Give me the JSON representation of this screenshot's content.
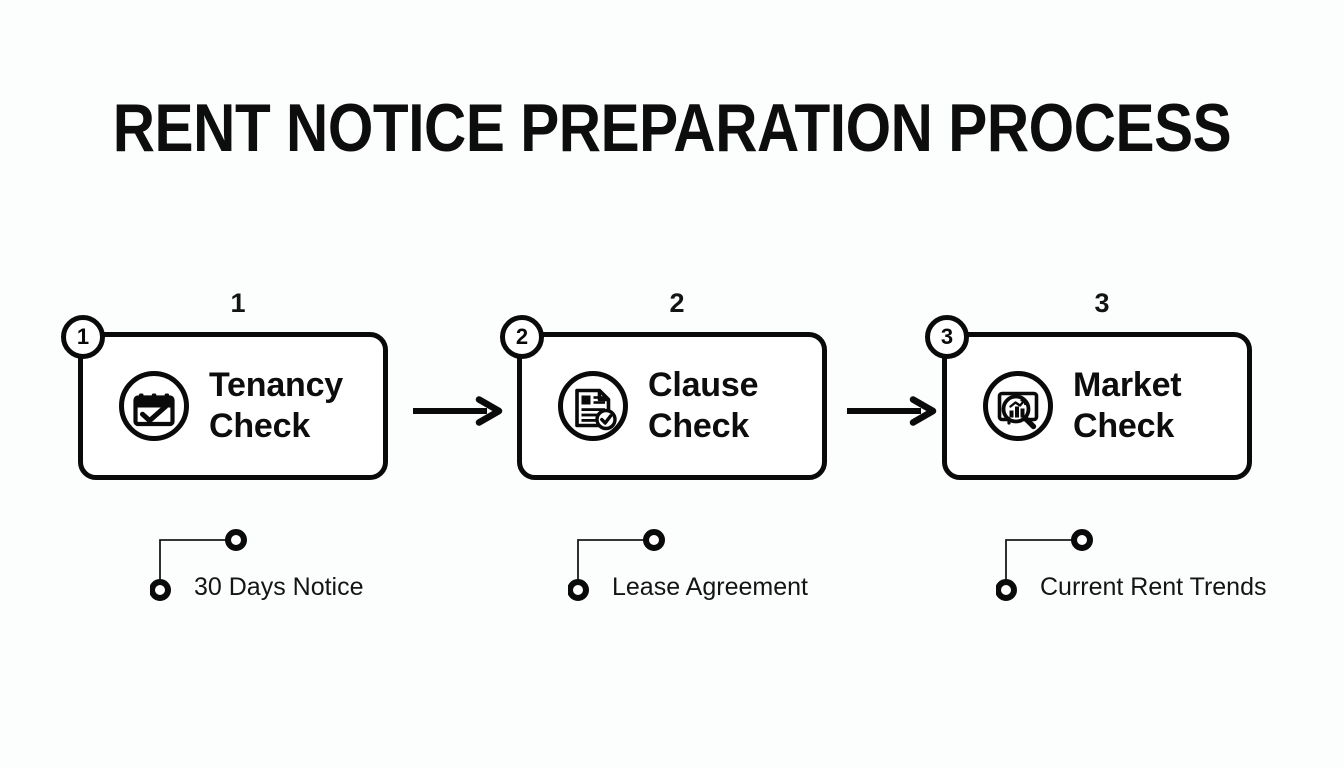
{
  "page": {
    "title": "RENT NOTICE PREPARATION PROCESS",
    "background_color": "#fcfdfd",
    "ink_color": "#0a0a0a"
  },
  "steps": [
    {
      "number": "1",
      "badge": "1",
      "title": "Tenancy\nCheck",
      "icon": "calendar-check-icon",
      "caption": "30 Days Notice"
    },
    {
      "number": "2",
      "badge": "2",
      "title": "Clause\nCheck",
      "icon": "document-check-icon",
      "caption": "Lease Agreement"
    },
    {
      "number": "3",
      "badge": "3",
      "title": "Market\nCheck",
      "icon": "market-search-icon",
      "caption": "Current Rent Trends"
    }
  ],
  "connectors": [
    {
      "name": "arrow-right-icon"
    },
    {
      "name": "arrow-right-icon"
    }
  ]
}
